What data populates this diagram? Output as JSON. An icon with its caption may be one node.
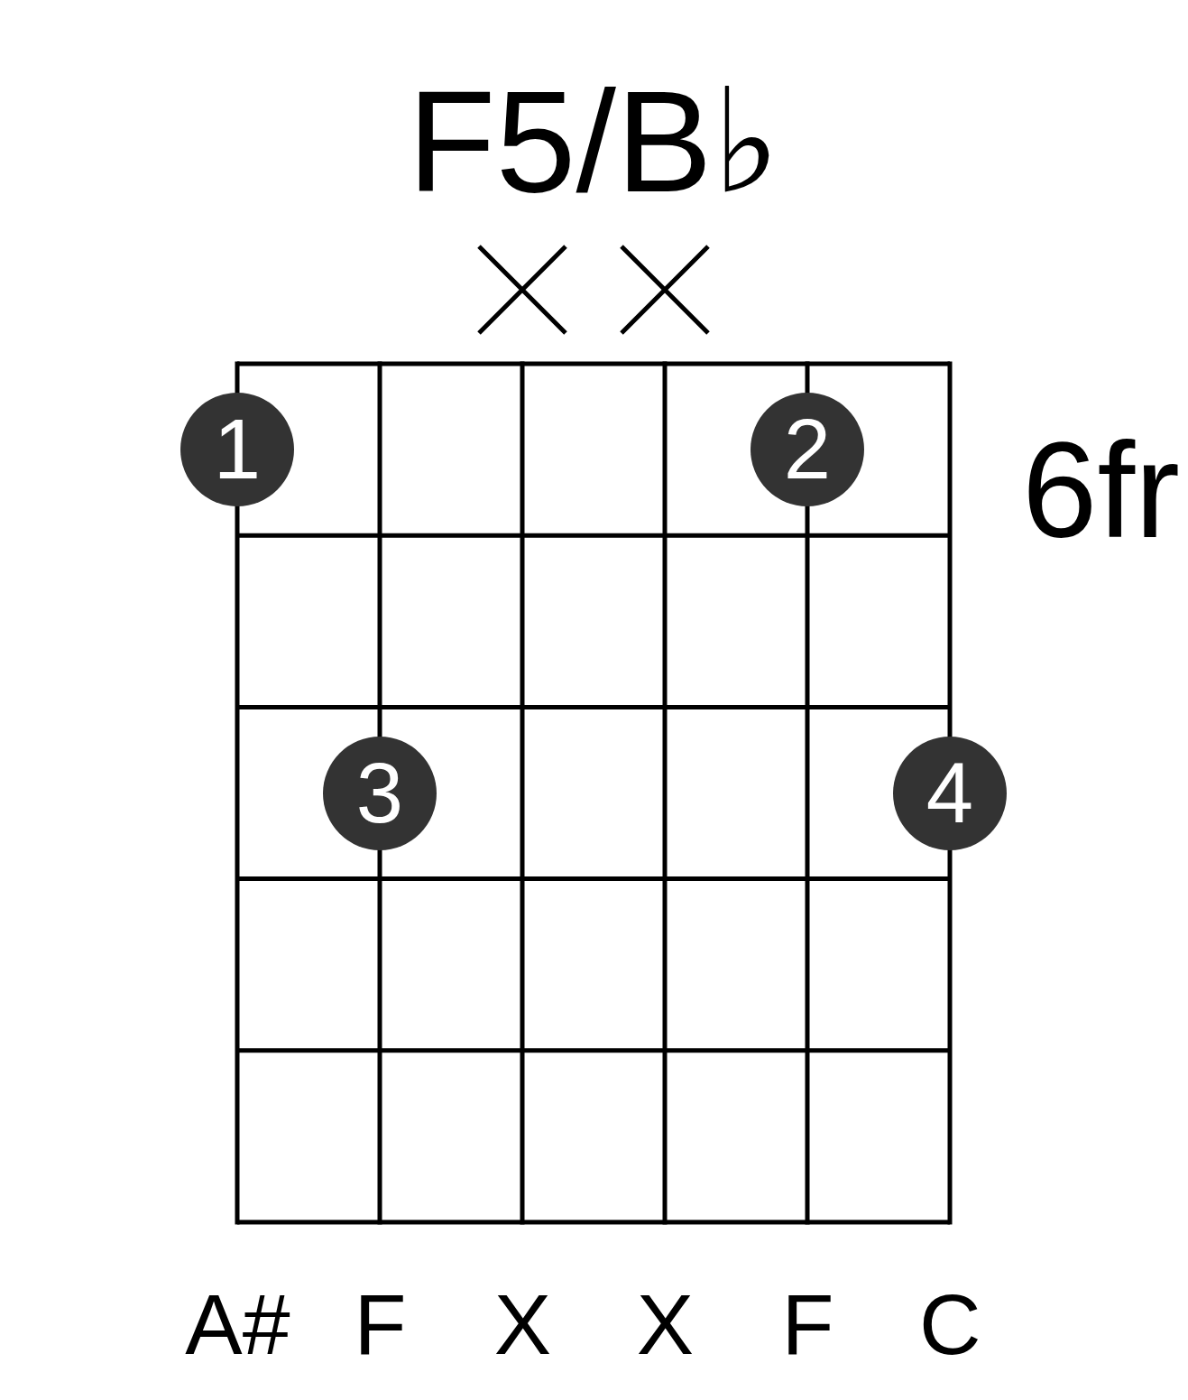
{
  "diagram": {
    "title": "F5/B♭",
    "nodes": [
      {
        "text": [
          "1"
        ]
      },
      {
        "text": [
          "2"
        ]
      },
      {
        "text": [
          "3"
        ]
      },
      {
        "text": [
          "4"
        ]
      }
    ],
    "labels": [
      "6fr",
      "A#",
      "F",
      "X",
      "X",
      "F",
      "C"
    ]
  }
}
